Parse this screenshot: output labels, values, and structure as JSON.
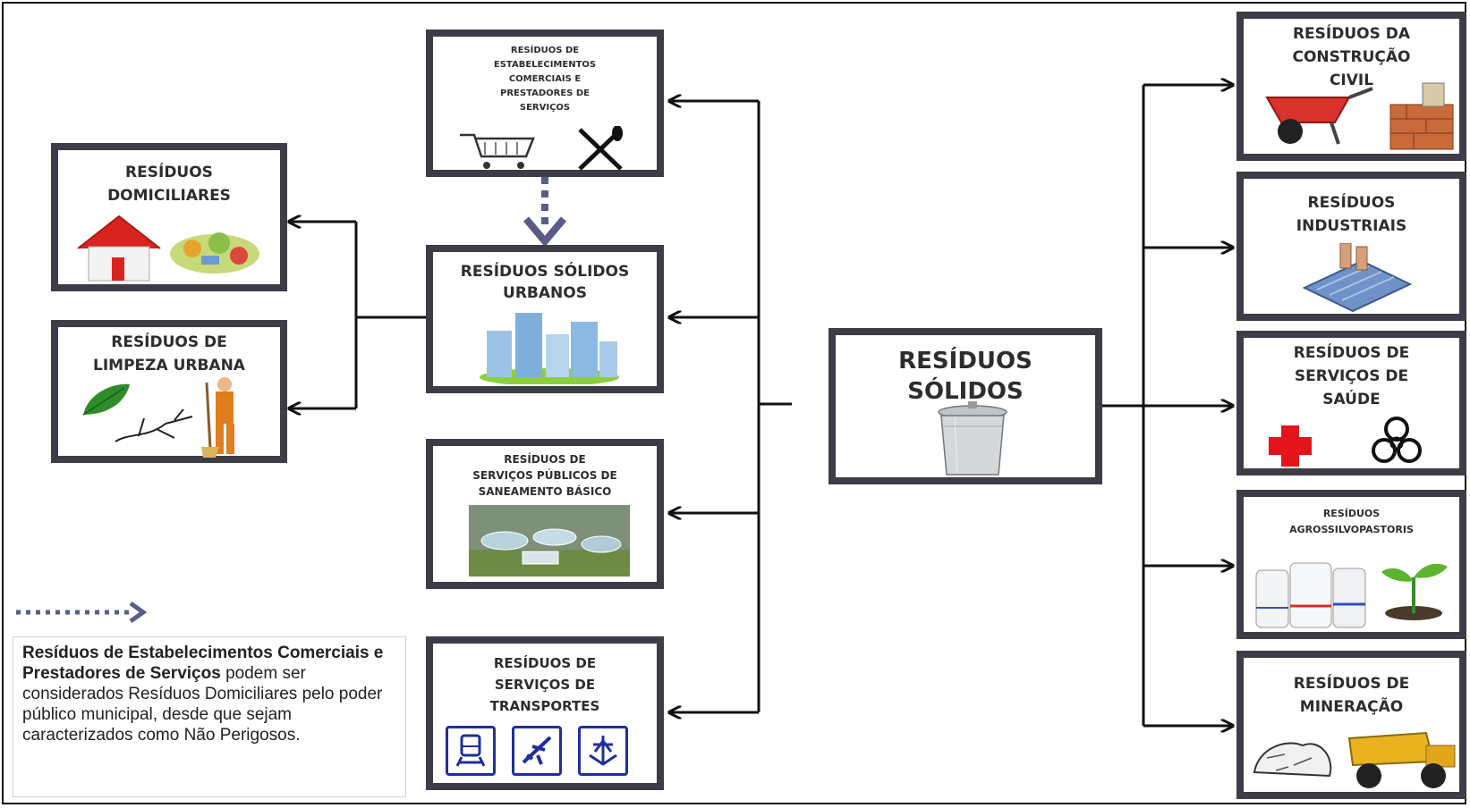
{
  "central": {
    "title": "RESÍDUOS\nSÓLIDOS",
    "icon": "trash-can-icon"
  },
  "rsu": {
    "title": "RESÍDUOS SÓLIDOS\nURBANOS",
    "icon": "city-buildings-icon"
  },
  "comerciais": {
    "title": "RESÍDUOS DE\nESTABELECIMENTOS\nCOMERCIAIS E\nPRESTADORES DE\nSERVIÇOS",
    "icons": [
      "shopping-cart-icon",
      "cutlery-icon"
    ]
  },
  "domiciliares": {
    "title": "RESÍDUOS\nDOMICILIARES",
    "icons": [
      "house-icon",
      "garbage-pile-icon"
    ]
  },
  "limpeza": {
    "title": "RESÍDUOS DE\nLIMPEZA URBANA",
    "icons": [
      "leaf-icon",
      "branches-icon",
      "street-sweeper-icon"
    ]
  },
  "saneamento": {
    "title": "RESÍDUOS DE\nSERVIÇOS PÚBLICOS DE\nSANEAMENTO BÁSICO",
    "icon": "water-treatment-plant-photo"
  },
  "transportes": {
    "title": "RESÍDUOS DE\nSERVIÇOS DE\nTRANSPORTES",
    "icons": [
      "train-icon",
      "airplane-icon",
      "ship-icon"
    ]
  },
  "construcao": {
    "title": "RESÍDUOS DA\nCONSTRUÇÃO\nCIVIL",
    "icons": [
      "wheelbarrow-icon",
      "bricks-icon"
    ]
  },
  "industriais": {
    "title": "RESÍDUOS\nINDUSTRIAIS",
    "icon": "factory-icon"
  },
  "saude": {
    "title": "RESÍDUOS DE\nSERVIÇOS DE\nSAÚDE",
    "icons": [
      "red-cross-icon",
      "biohazard-icon"
    ]
  },
  "agro": {
    "title": "RESÍDUOS\nAGROSSILVOPASTORIS",
    "icons": [
      "chemical-jugs-icon",
      "sprout-icon"
    ]
  },
  "mineracao": {
    "title": "RESÍDUOS DE\nMINERAÇÃO",
    "icons": [
      "rock-icon",
      "dump-truck-icon"
    ]
  },
  "legend": {
    "bold": "Resíduos de Estabelecimentos Comerciais e Prestadores de Serviços",
    "rest": " podem ser considerados Resíduos Domiciliares pelo poder público municipal, desde que sejam caracterizados como Não Perigosos.",
    "colors": {
      "dotted_arrow": "#5b5b8a"
    }
  },
  "colors": {
    "box_border": "#3d3d47",
    "arrow": "#111111",
    "red": "#e4141b",
    "blue": "#1f2f9a"
  }
}
